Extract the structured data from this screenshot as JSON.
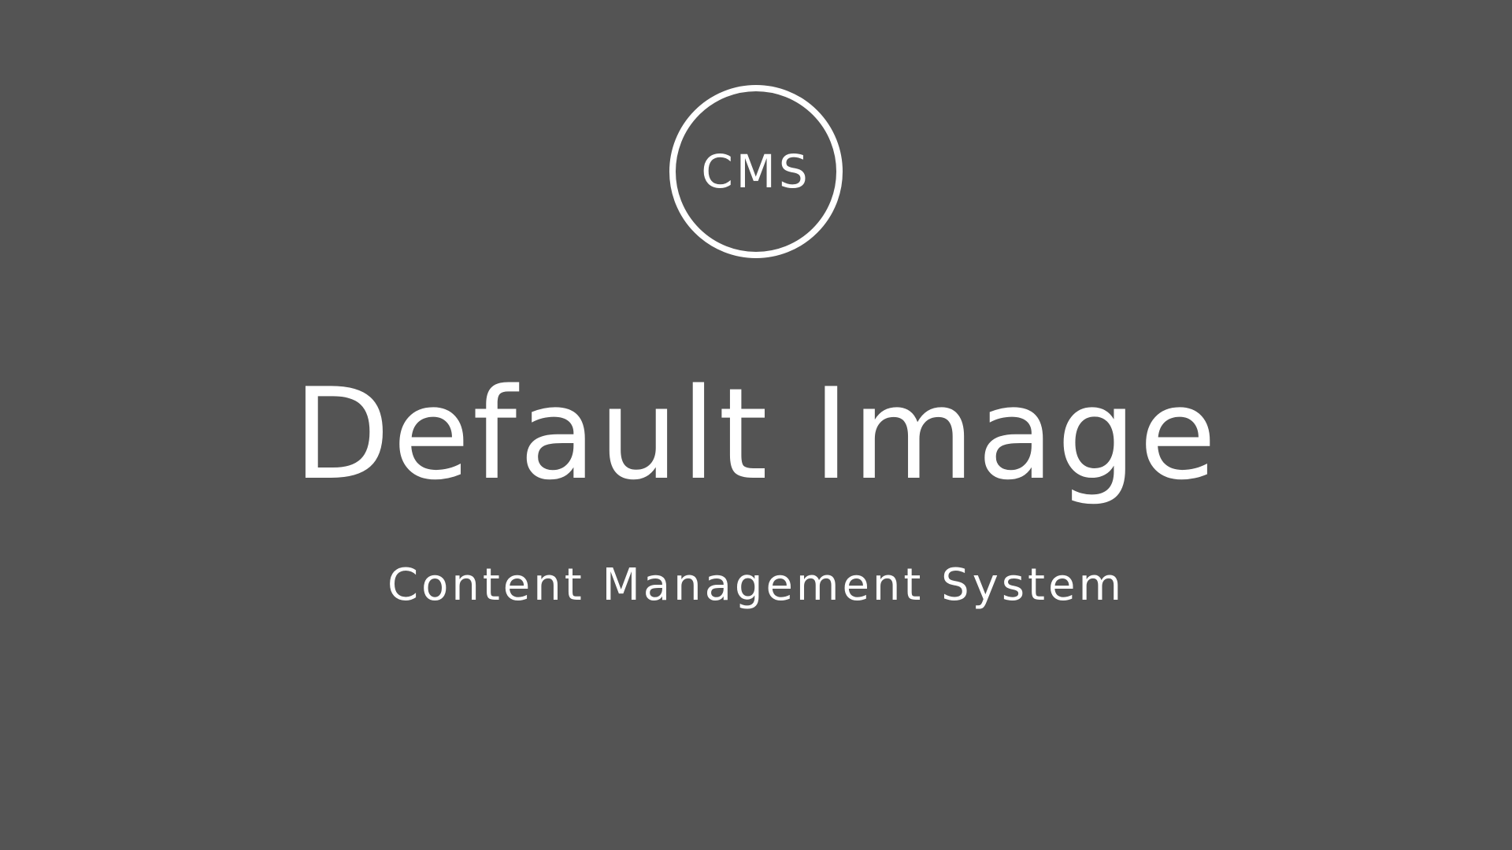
{
  "logo": {
    "text": "CMS"
  },
  "title": "Default Image",
  "subtitle": "Content Management System",
  "colors": {
    "background": "#545454",
    "foreground": "#ffffff"
  }
}
